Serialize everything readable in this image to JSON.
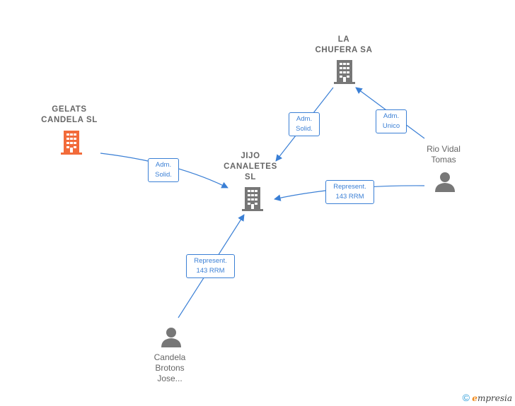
{
  "nodes": {
    "la_chufera": {
      "label": "LA\nCHUFERA SA",
      "icon": "building-icon",
      "color": "#777777"
    },
    "gelats": {
      "label": "GELATS\nCANDELA  SL",
      "icon": "building-icon",
      "color": "#f26b3a"
    },
    "jijo": {
      "label": "JIJO\nCANALETES\nSL",
      "icon": "building-icon",
      "color": "#777777"
    },
    "rio_vidal": {
      "label": "Rio Vidal\nTomas",
      "icon": "person-icon",
      "color": "#777777"
    },
    "candela": {
      "label": "Candela\nBrotons\nJose...",
      "icon": "person-icon",
      "color": "#777777"
    }
  },
  "edges": {
    "chufera_jijo": "Adm.\nSolid.",
    "rio_chufera": "Adm.\nUnico",
    "gelats_jijo": "Adm.\nSolid.",
    "rio_jijo": "Represent.\n143 RRM",
    "candela_jijo": "Represent.\n143 RRM"
  },
  "colors": {
    "edge": "#3a7fd5",
    "node_gray": "#777777",
    "highlight": "#f26b3a"
  },
  "footer": {
    "copyright": "©",
    "brand_initial": "e",
    "brand_rest": "mpresia"
  }
}
